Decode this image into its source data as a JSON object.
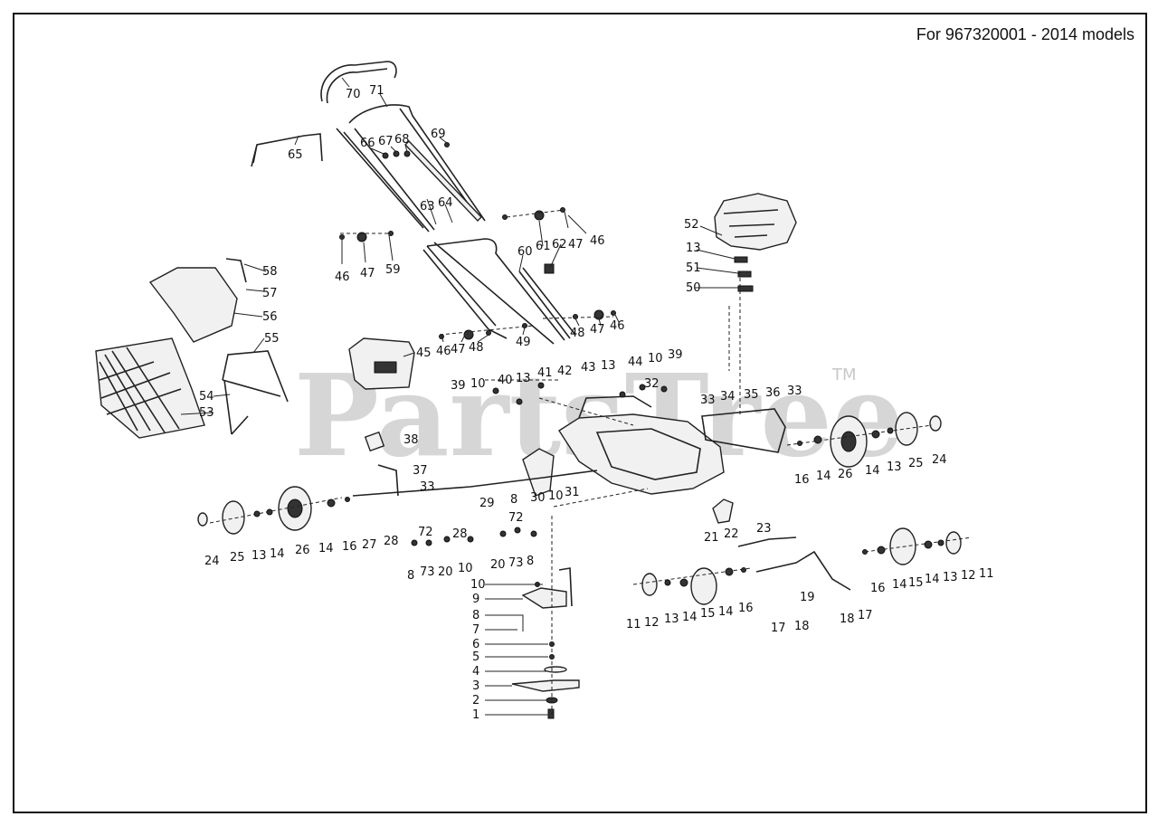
{
  "header": {
    "title": "For 967320001 - 2014 models"
  },
  "watermark": {
    "text": "PartsTree",
    "trademark": "TM"
  },
  "callouts": {
    "c1": "1",
    "c2": "2",
    "c3": "3",
    "c4": "4",
    "c5": "5",
    "c6": "6",
    "c7": "7",
    "c8": "8",
    "c9": "9",
    "c10": "10",
    "c11": "11",
    "c12": "12",
    "c13": "13",
    "c14": "14",
    "c15": "15",
    "c16": "16",
    "c17": "17",
    "c18": "18",
    "c19": "19",
    "c20": "20",
    "c21": "21",
    "c22": "22",
    "c23": "23",
    "c24": "24",
    "c25": "25",
    "c26": "26",
    "c27": "27",
    "c28": "28",
    "c29": "29",
    "c30": "30",
    "c31": "31",
    "c32": "32",
    "c33": "33",
    "c34": "34",
    "c35": "35",
    "c36": "36",
    "c37": "37",
    "c38": "38",
    "c39": "39",
    "c40": "40",
    "c41": "41",
    "c42": "42",
    "c43": "43",
    "c44": "44",
    "c45": "45",
    "c46": "46",
    "c47": "47",
    "c48": "48",
    "c49": "49",
    "c50": "50",
    "c51": "51",
    "c52": "52",
    "c53": "53",
    "c54": "54",
    "c55": "55",
    "c56": "56",
    "c57": "57",
    "c58": "58",
    "c59": "59",
    "c60": "60",
    "c61": "61",
    "c62": "62",
    "c63": "63",
    "c64": "64",
    "c65": "65",
    "c66": "66",
    "c67": "67",
    "c68": "68",
    "c69": "69",
    "c70": "70",
    "c71": "71",
    "c72": "72",
    "c73": "73"
  }
}
